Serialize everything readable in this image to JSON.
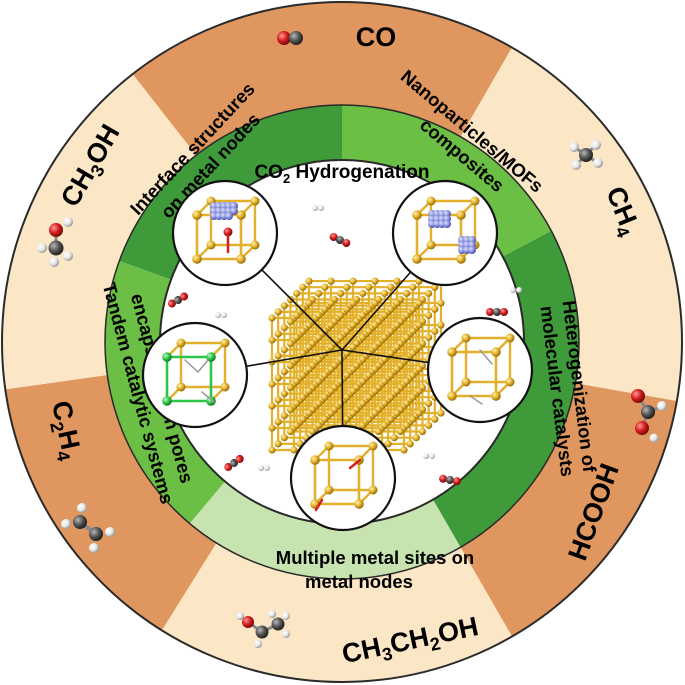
{
  "title": {
    "main": "CO",
    "sub": "2",
    "rest": " Hydrogenation"
  },
  "products": {
    "co": "CO",
    "ch4": {
      "base": "CH",
      "sub": "4"
    },
    "hcooh": "HCOOH",
    "ethanol": {
      "a": "CH",
      "s1": "3",
      "b": "CH",
      "s2": "2",
      "c": "OH"
    },
    "c2h4": {
      "a": "C",
      "s1": "2",
      "b": "H",
      "s2": "4"
    },
    "methanol": {
      "a": "CH",
      "s1": "3",
      "b": "OH"
    }
  },
  "strategies": {
    "interface": [
      "Interface structures",
      "on metal nodes"
    ],
    "nanoparticles": [
      "Nanoparticles/MOFs",
      "composites"
    ],
    "heterogenization": [
      "Heterogenization of",
      "molecular catalysts"
    ],
    "multiple": [
      "Multiple metal sites on",
      "metal nodes"
    ],
    "tandem": [
      "Tandem catalytic systems",
      "encapsulated in pores"
    ]
  },
  "colors": {
    "outer_light": "#fbe7c6",
    "outer_dark": "#e0975f",
    "green_dark": "#3f9a3a",
    "green_mid": "#6cbf45",
    "green_light": "#9fd07a",
    "green_pale": "#c6e3b0",
    "framework": "#e3b02a",
    "carbon": "#555555",
    "oxygen": "#d51e1e",
    "hydrogen": "#f2f2f2",
    "cluster": "#8f96e0",
    "metal_green": "#2fc54a"
  },
  "icons": [
    "co-molecule-icon",
    "ch4-molecule-icon",
    "hcooh-molecule-icon",
    "ethanol-molecule-icon",
    "ethylene-molecule-icon",
    "methanol-molecule-icon",
    "co2-molecule-icon",
    "h2-molecule-icon"
  ]
}
